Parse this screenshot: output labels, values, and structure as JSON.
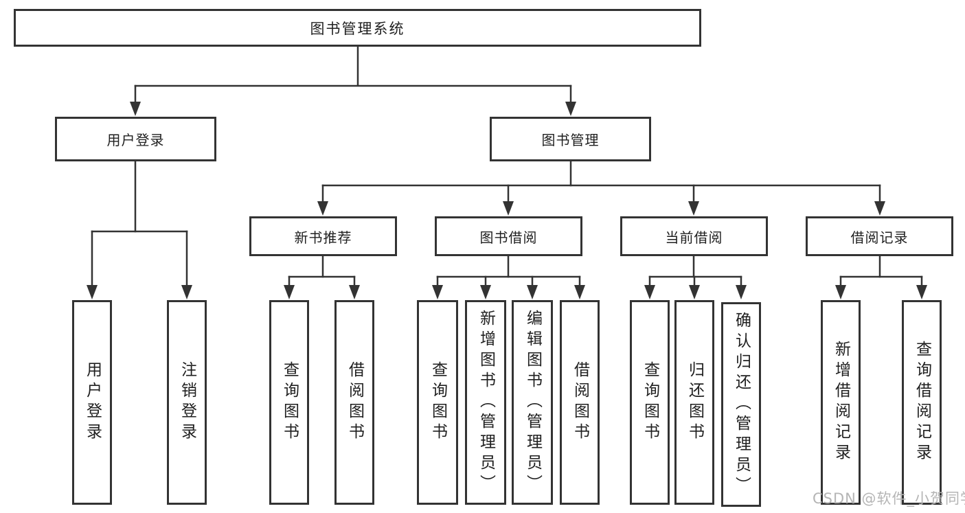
{
  "tree": {
    "root": {
      "label": "图书管理系统"
    },
    "login": {
      "label": "用户登录",
      "children": [
        {
          "label": "用户登录"
        },
        {
          "label": "注销登录"
        }
      ]
    },
    "management": {
      "label": "图书管理",
      "sections": [
        {
          "label": "新书推荐",
          "children": [
            {
              "label": "查询图书"
            },
            {
              "label": "借阅图书"
            }
          ]
        },
        {
          "label": "图书借阅",
          "children": [
            {
              "label": "查询图书"
            },
            {
              "label": "新增图书（管理员）"
            },
            {
              "label": "编辑图书（管理员）"
            },
            {
              "label": "借阅图书"
            }
          ]
        },
        {
          "label": "当前借阅",
          "children": [
            {
              "label": "查询图书"
            },
            {
              "label": "归还图书"
            },
            {
              "label": "确认归还（管理员）"
            }
          ]
        },
        {
          "label": "借阅记录",
          "children": [
            {
              "label": "新增借阅记录"
            },
            {
              "label": "查询借阅记录"
            }
          ]
        }
      ]
    }
  },
  "watermark": "CSDN @软件_小贺同学",
  "colors": {
    "line": "#333333",
    "border": "#333333",
    "text": "#1f1f1f",
    "watermark": "#b5b5b5",
    "background": "#ffffff"
  }
}
